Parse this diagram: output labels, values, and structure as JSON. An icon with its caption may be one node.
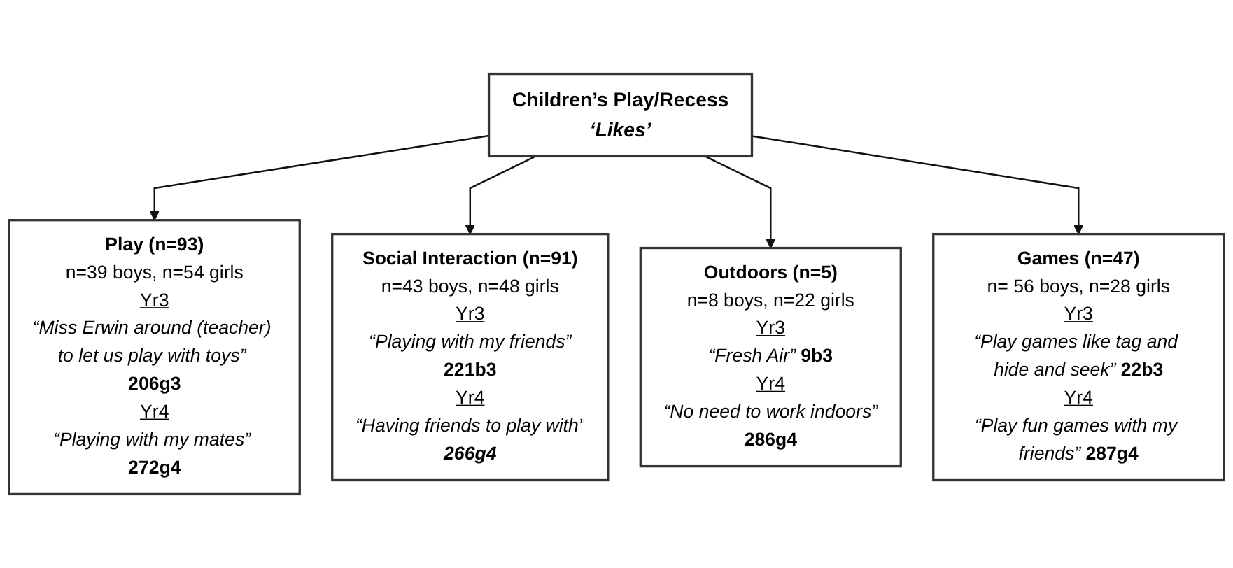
{
  "diagram": {
    "nodes": [
      {
        "text": [
          "Play (n=93)",
          "n=39 boys, n=54 girls",
          "Yr3",
          "*“Miss Erwin around (teacher) to let us play with toys”* **206g3**",
          "Yr4",
          "*“Playing with my mates”* **272g4**"
        ]
      },
      {
        "text": [
          "Social Interaction (n=91)",
          "n=43 boys, n=48 girls",
          "Yr3",
          "“Playing with my friends”",
          "221b3",
          "Yr4",
          "“Having friends to play with”",
          "266g4"
        ]
      },
      {
        "text": [
          "Children’s Play/Recess",
          "‘Likes’"
        ]
      },
      {
        "text": [
          "Outdoors (n=5)",
          "n=8 boys, n=22 girls",
          "Yr3",
          "*“Fresh Air”* **9b3**",
          "Yr4",
          "“No need to work indoors”",
          "286g4"
        ]
      },
      {
        "text": [
          "Games (n=47)",
          "n= 56 boys, n=28 girls",
          "Yr3",
          "*“Play games like tag and hide and seek”* **22b3**",
          "Yr4",
          "*“Play fun games with my friends”* **287g4**"
        ]
      }
    ],
    "edges": [
      {
        "from": 2,
        "to": 0,
        "arrow": "to"
      },
      {
        "from": 2,
        "to": 1,
        "arrow": "to"
      },
      {
        "from": 2,
        "to": 3,
        "arrow": "to"
      },
      {
        "from": 2,
        "to": 4,
        "arrow": "to"
      }
    ]
  }
}
